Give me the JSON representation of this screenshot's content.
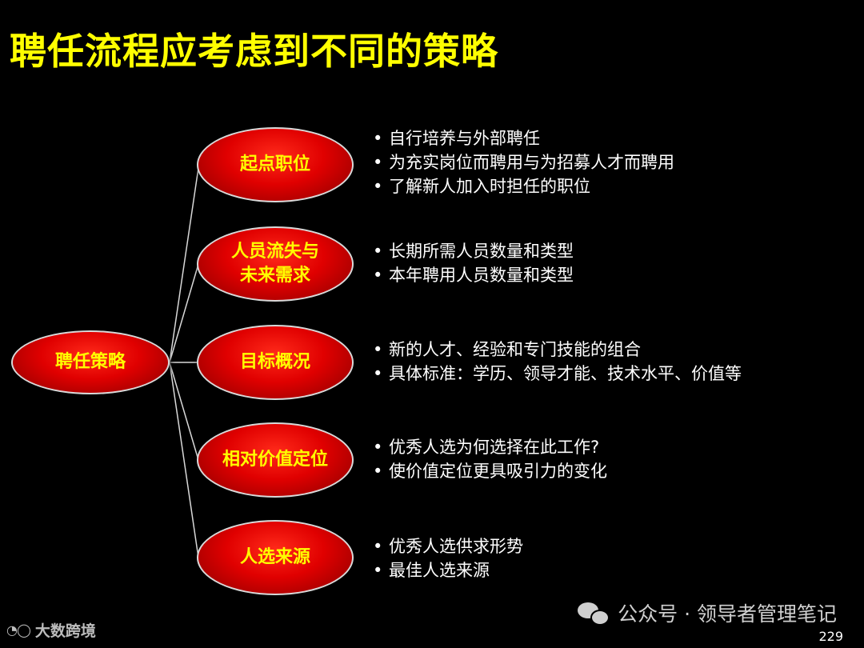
{
  "title": "聘任流程应考虑到不同的策略",
  "root": {
    "label": "聘任策略"
  },
  "branches": [
    {
      "label": "起点职位",
      "bullets": [
        "自行培养与外部聘任",
        "为充实岗位而聘用与为招募人才而聘用",
        "了解新人加入时担任的职位"
      ]
    },
    {
      "label": "人员流失与\n未来需求",
      "bullets": [
        "长期所需人员数量和类型",
        "本年聘用人员数量和类型"
      ]
    },
    {
      "label": "目标概况",
      "bullets": [
        "新的人才、经验和专门技能的组合",
        "具体标准：学历、领导才能、技术水平、价值等"
      ]
    },
    {
      "label": "相对价值定位",
      "bullets": [
        "优秀人选为何选择在此工作?",
        "使价值定位更具吸引力的变化"
      ]
    },
    {
      "label": "人选来源",
      "bullets": [
        "优秀人选供求形势",
        "最佳人选来源"
      ]
    }
  ],
  "watermark": "公众号 · 领导者管理笔记",
  "brand": "大数跨境",
  "page_number": "229",
  "colors": {
    "title": "#ffff00",
    "node_fill": "#e00000",
    "node_text": "#ffff00",
    "bullet_text": "#ffffff",
    "background": "#000000"
  }
}
